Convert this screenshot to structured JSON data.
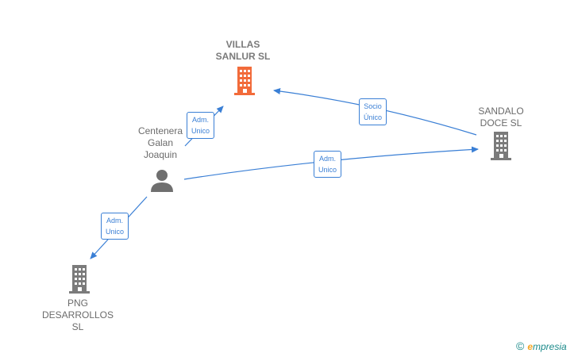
{
  "nodes": {
    "villas": {
      "label": "VILLAS\nSANLUR  SL",
      "type": "company",
      "color": "#f26b3a"
    },
    "sandalo": {
      "label": "SANDALO\nDOCE SL",
      "type": "company",
      "color": "#7b7b7b"
    },
    "person": {
      "label": "Centenera\nGalan\nJoaquin",
      "type": "person",
      "color": "#6f6f6f"
    },
    "png": {
      "label": "PNG\nDESARROLLOS\nSL",
      "type": "company",
      "color": "#7b7b7b"
    }
  },
  "edges": {
    "e1": {
      "label": "Adm.\nUnico",
      "from": "person",
      "to": "villas"
    },
    "e2": {
      "label": "Socio\nÚnico",
      "from": "sandalo",
      "to": "villas"
    },
    "e3": {
      "label": "Adm.\nUnico",
      "from": "person",
      "to": "sandalo"
    },
    "e4": {
      "label": "Adm.\nUnico",
      "from": "person",
      "to": "png"
    }
  },
  "colors": {
    "edge": "#3a7fd5"
  },
  "brand": {
    "copyright": "©",
    "e": "e",
    "rest": "mpresia"
  }
}
